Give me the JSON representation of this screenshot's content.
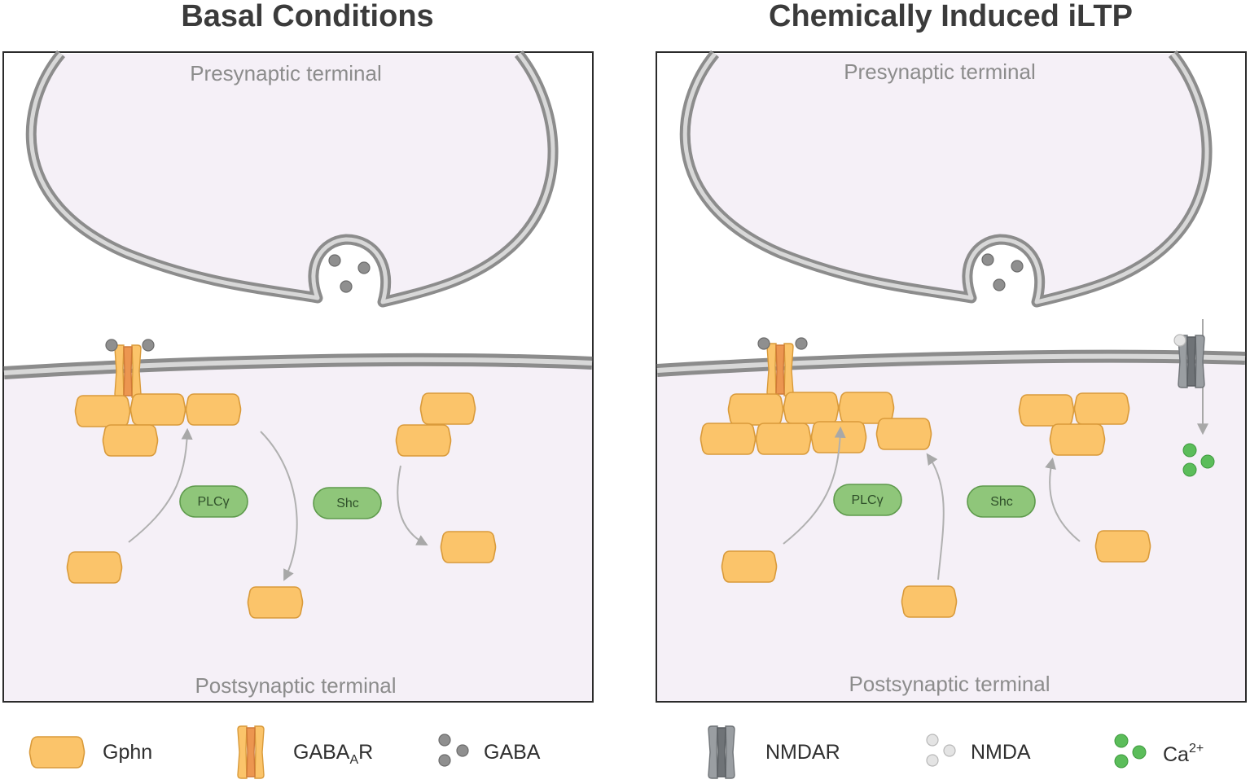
{
  "panels": {
    "left": {
      "title": "Basal Conditions",
      "presynaptic": "Presynaptic terminal",
      "postsynaptic": "Postsynaptic terminal",
      "enzymes": [
        "PLCγ",
        "Shc"
      ]
    },
    "right": {
      "title": "Chemically Induced iLTP",
      "presynaptic": "Presynaptic terminal",
      "postsynaptic": "Postsynaptic terminal",
      "enzymes": [
        "PLCγ",
        "Shc"
      ]
    }
  },
  "legend": {
    "gphn": "Gphn",
    "gabaar_main": "GABA",
    "gabaar_sub": "A",
    "gabaar_end": "R",
    "gaba": "GABA",
    "nmdar": "NMDAR",
    "nmda": "NMDA",
    "ca_main": "Ca",
    "ca_sup": "2+"
  },
  "colors": {
    "gphn_fill": "#fbc46a",
    "gphn_stroke": "#d99a3a",
    "cytoplasm": "#f5f0f7",
    "membrane": "#9a9a9a",
    "enzyme_fill": "#8fc67a",
    "enzyme_stroke": "#5e9a4c",
    "calcium": "#5bbd5a",
    "nmdar": "#8a8e92"
  }
}
